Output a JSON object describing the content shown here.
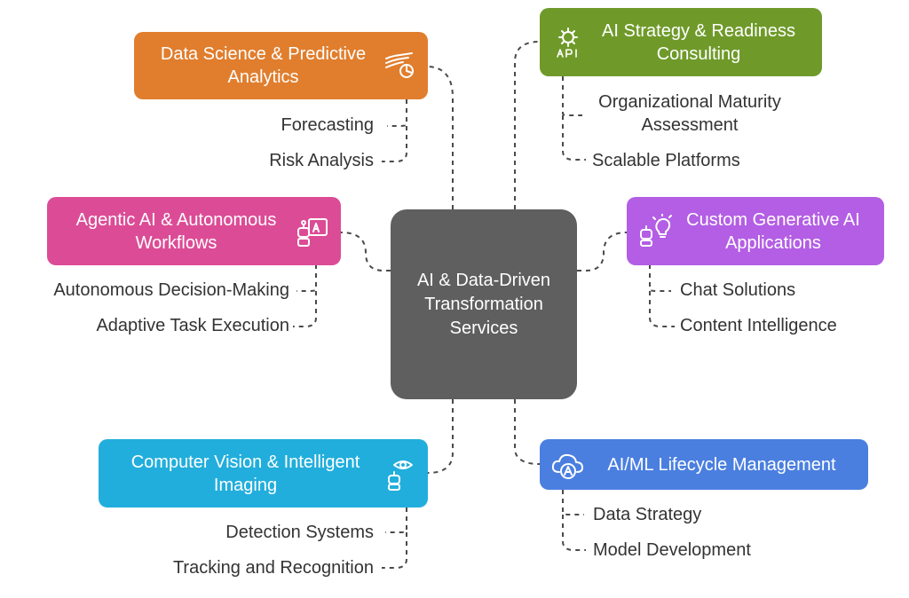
{
  "center": {
    "title": "AI & Data-Driven Transformation Services"
  },
  "colors": {
    "center": "#5f5f5f",
    "data_science": "#e07e2e",
    "ai_strategy": "#6f9a2a",
    "agentic": "#dc4c96",
    "generative": "#b35ee4",
    "vision": "#21aedc",
    "lifecycle": "#4a7fe0"
  },
  "nodes": {
    "data_science": {
      "title": "Data Science & Predictive Analytics",
      "icon": "trend-pie-icon",
      "children": [
        "Forecasting",
        "Risk Analysis"
      ]
    },
    "ai_strategy": {
      "title": "AI Strategy & Readiness Consulting",
      "icon": "gear-api-icon",
      "children": [
        "Organizational Maturity Assessment",
        "Scalable Platforms"
      ]
    },
    "agentic": {
      "title": "Agentic AI & Autonomous Workflows",
      "icon": "robot-screen-icon",
      "children": [
        "Autonomous Decision-Making",
        "Adaptive Task Execution"
      ]
    },
    "generative": {
      "title": "Custom Generative AI Applications",
      "icon": "robot-lightbulb-icon",
      "children": [
        "Chat Solutions",
        "Content Intelligence"
      ]
    },
    "vision": {
      "title": "Computer Vision & Intelligent Imaging",
      "icon": "robot-eye-icon",
      "children": [
        "Detection Systems",
        "Tracking and Recognition"
      ]
    },
    "lifecycle": {
      "title": "AI/ML Lifecycle Management",
      "icon": "cloud-ai-icon",
      "children": [
        "Data Strategy",
        "Model Development"
      ]
    }
  }
}
